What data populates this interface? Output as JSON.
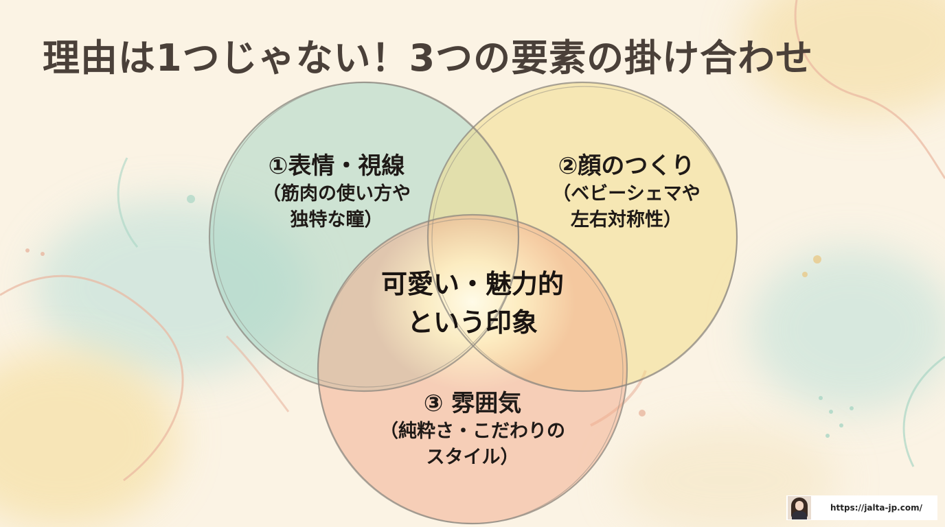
{
  "title": "理由は1つじゃない！3つの要素の掛け合わせ",
  "diagram": {
    "circles": [
      {
        "head": "①表情・視線",
        "sub_line1": "（筋肉の使い方や",
        "sub_line2": "独特な瞳）",
        "color": "#a9d6c4"
      },
      {
        "head": "②顔のつくり",
        "sub_line1": "（ベビーシェマや",
        "sub_line2": "左右対称性）",
        "color": "#f3dc8c"
      },
      {
        "head": "③ 雰囲気",
        "sub_line1": "（純粋さ・こだわりの",
        "sub_line2": "スタイル）",
        "color": "#f2a98a"
      }
    ],
    "center": {
      "line1": "可愛い・魅力的",
      "line2": "という印象"
    }
  },
  "credit": {
    "url": "https://jalta-jp.com/"
  }
}
